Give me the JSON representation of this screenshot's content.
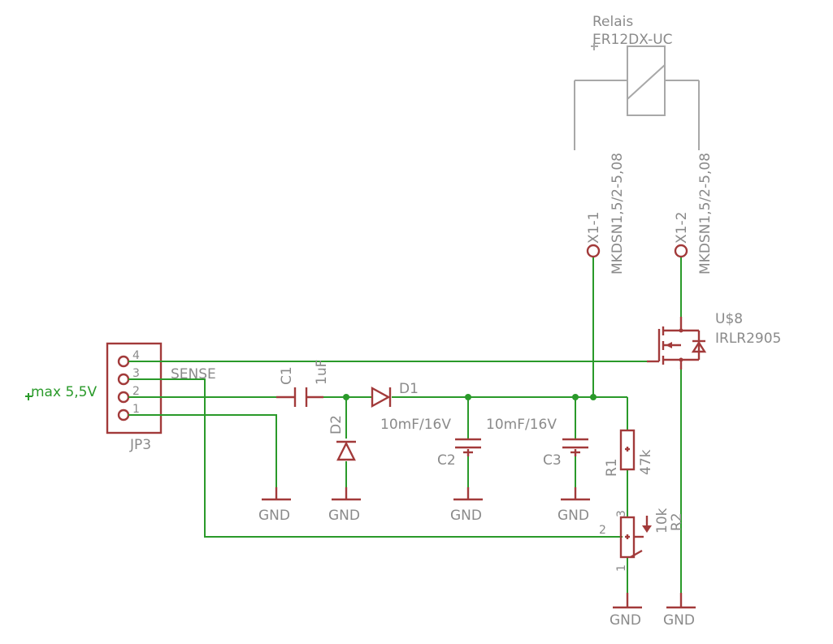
{
  "relay": {
    "name": "Relais",
    "value": "ER12DX-UC"
  },
  "x1_1": {
    "name": "X1-1",
    "value": "MKDSN1,5/2-5,08"
  },
  "x1_2": {
    "name": "X1-2",
    "value": "MKDSN1,5/2-5,08"
  },
  "mosfet": {
    "name": "U$8",
    "value": "IRLR2905"
  },
  "jp3": {
    "name": "JP3",
    "pins": [
      "4",
      "3",
      "2",
      "1"
    ],
    "sense_label": "SENSE",
    "input_label": "max 5,5V"
  },
  "c1": {
    "name": "C1",
    "value": "1uF"
  },
  "d1": {
    "name": "D1"
  },
  "d2": {
    "name": "D2"
  },
  "c2": {
    "name": "C2",
    "value": "10mF/16V"
  },
  "c3": {
    "name": "C3",
    "value": "10mF/16V"
  },
  "r1": {
    "name": "R1",
    "value": "47k"
  },
  "r2": {
    "name": "R2",
    "value": "10k",
    "pins": [
      "1",
      "2",
      "3"
    ]
  },
  "gnd_label": "GND",
  "colors": {
    "wire": "#2a9a2a",
    "symbol": "#a23a3a",
    "text": "#8a8a8a"
  }
}
